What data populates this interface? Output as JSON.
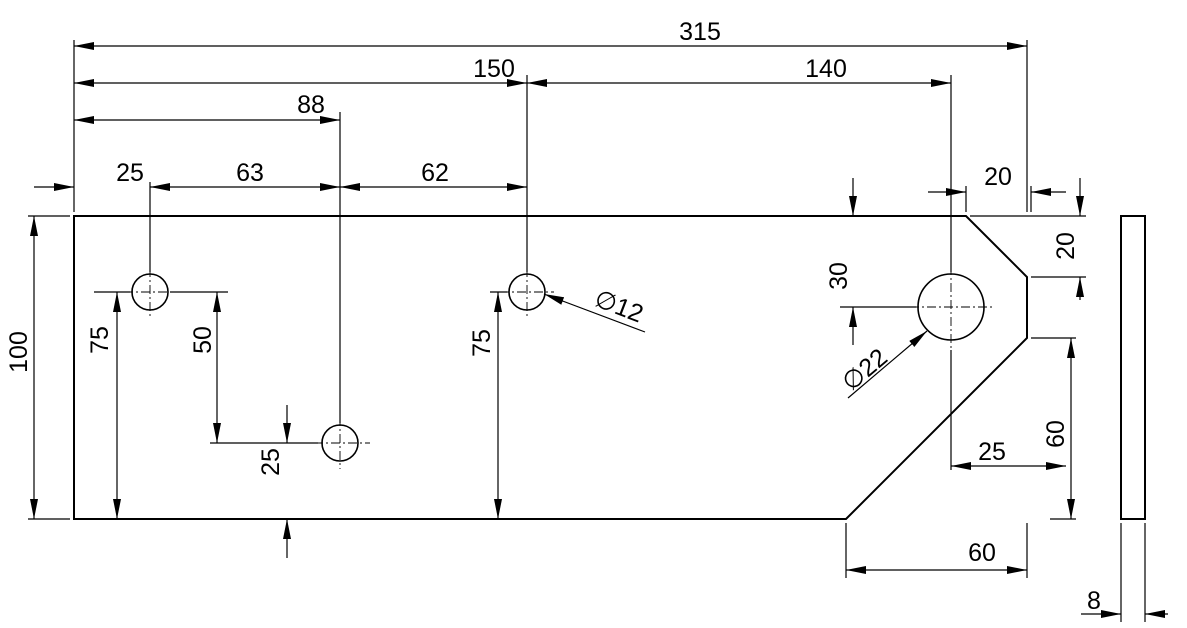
{
  "drawing": {
    "dim_overall_length": "315",
    "dim_to_center_hole": "150",
    "dim_center_to_large_hole": "140",
    "dim_to_lower_hole": "88",
    "dim_hole1_x": "25",
    "dim_hole1_to_hole2": "63",
    "dim_hole2_to_hole3": "62",
    "dim_top_chamfer_x": "20",
    "dim_top_chamfer_y": "20",
    "dim_height": "100",
    "dim_hole1_height": "75",
    "dim_hole_vertical_offset": "50",
    "dim_hole2_height": "25",
    "dim_hole3_height": "75",
    "dim_hole_dia_small": "12",
    "dim_large_hole_from_top": "30",
    "dim_hole_dia_large": "22",
    "dim_large_hole_to_edge": "25",
    "dim_bottom_chamfer_y": "60",
    "dim_bottom_chamfer_x": "60",
    "dim_thickness": "8",
    "diameter_symbol": "∅"
  }
}
